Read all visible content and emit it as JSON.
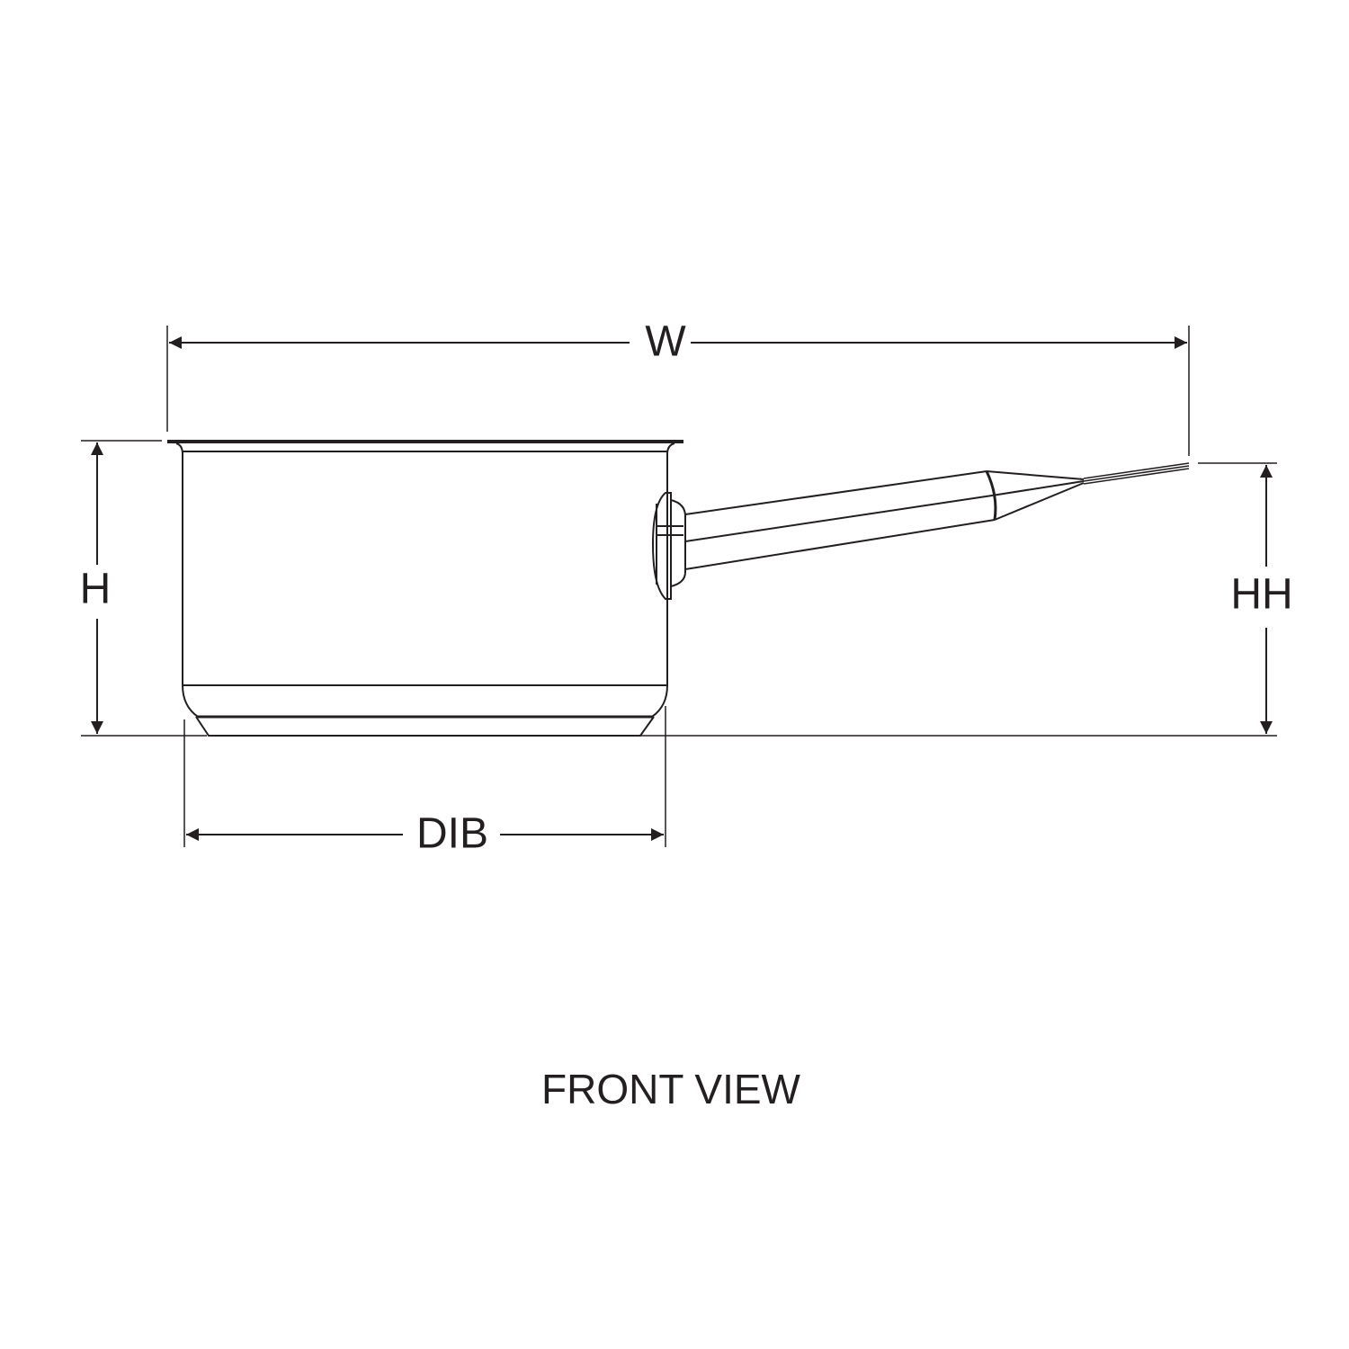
{
  "dimensions": {
    "width_label": "W",
    "height_label": "H",
    "handle_height_label": "HH",
    "diameter_bottom_label": "DIB"
  },
  "caption": "FRONT VIEW",
  "colors": {
    "line": "#231f20",
    "background": "#ffffff"
  }
}
